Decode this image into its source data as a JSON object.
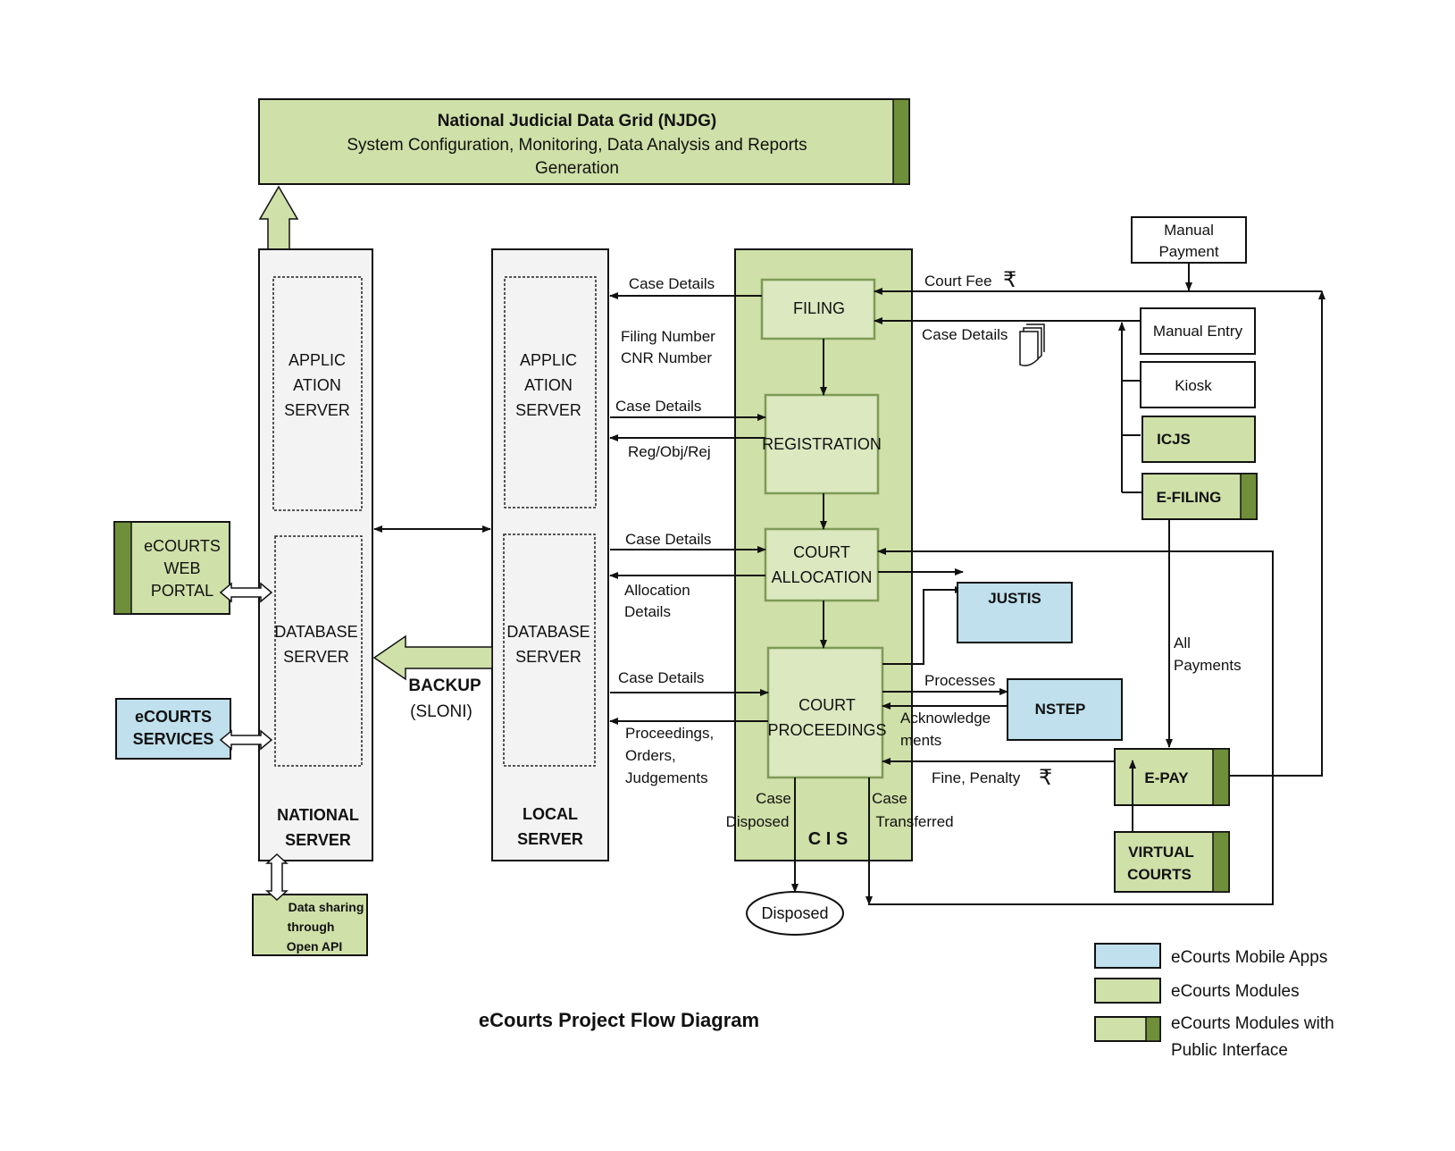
{
  "colors": {
    "module": "#cfe0a8",
    "module_stroke": "#7f9a56",
    "public_bar": "#6f8f3a",
    "mobile": "#bfe0ec",
    "server_bg": "#f3f3f3",
    "line": "#111111"
  },
  "njdg": {
    "title": "National Judicial Data Grid (NJDG)",
    "line1": "System Configuration, Monitoring, Data Analysis and Reports",
    "line2": "Generation"
  },
  "national_server": {
    "app_l1": "APPLIC",
    "app_l2": "ATION",
    "app_l3": "SERVER",
    "db_l1": "DATABASE",
    "db_l2": "SERVER",
    "label_l1": "NATIONAL",
    "label_l2": "SERVER"
  },
  "local_server": {
    "app_l1": "APPLIC",
    "app_l2": "ATION",
    "app_l3": "SERVER",
    "db_l1": "DATABASE",
    "db_l2": "SERVER",
    "label_l1": "LOCAL",
    "label_l2": "SERVER"
  },
  "backup": {
    "l1": "BACKUP",
    "l2": "(SLONI)"
  },
  "web_portal": {
    "l1": "eCOURTS",
    "l2": "WEB",
    "l3": "PORTAL"
  },
  "services": {
    "l1": "eCOURTS",
    "l2": "SERVICES"
  },
  "open_api": {
    "l1": "Data sharing",
    "l2": "through",
    "l3": "Open API"
  },
  "cis": {
    "label": "C I S",
    "filing": "FILING",
    "registration": "REGISTRATION",
    "allocation_l1": "COURT",
    "allocation_l2": "ALLOCATION",
    "proceedings_l1": "COURT",
    "proceedings_l2": "PROCEEDINGS"
  },
  "flows": {
    "case_details_1": "Case Details",
    "filing_number": "Filing Number",
    "cnr_number": "CNR Number",
    "case_details_2": "Case Details",
    "reg_obj_rej": "Reg/Obj/Rej",
    "case_details_3": "Case Details",
    "allocation_details_l1": "Allocation",
    "allocation_details_l2": "Details",
    "case_details_4": "Case Details",
    "proceedings_l1": "Proceedings,",
    "proceedings_l2": "Orders,",
    "proceedings_l3": "Judgements",
    "court_fee": "Court Fee",
    "case_details_right": "Case Details",
    "processes": "Processes",
    "ack_l1": "Acknowledge",
    "ack_l2": "ments",
    "fine_penalty": "Fine, Penalty",
    "all_payments_l1": "All",
    "all_payments_l2": "Payments",
    "case_disposed_l1": "Case",
    "case_disposed_l2": "Disposed",
    "case_transferred_l1": "Case",
    "case_transferred_l2": "Transferred",
    "rupee": "₹"
  },
  "right": {
    "manual_payment_l1": "Manual",
    "manual_payment_l2": "Payment",
    "manual_entry": "Manual Entry",
    "kiosk": "Kiosk",
    "icjs": "ICJS",
    "efiling": "E-FILING",
    "justis": "JUSTIS",
    "nstep": "NSTEP",
    "epay": "E-PAY",
    "virtual_l1": "VIRTUAL",
    "virtual_l2": "COURTS"
  },
  "disposed": "Disposed",
  "caption": "eCourts Project Flow Diagram",
  "legend": {
    "mobile": "eCourts Mobile Apps",
    "modules": "eCourts Modules",
    "public_l1": "eCourts Modules with",
    "public_l2": "Public Interface"
  }
}
